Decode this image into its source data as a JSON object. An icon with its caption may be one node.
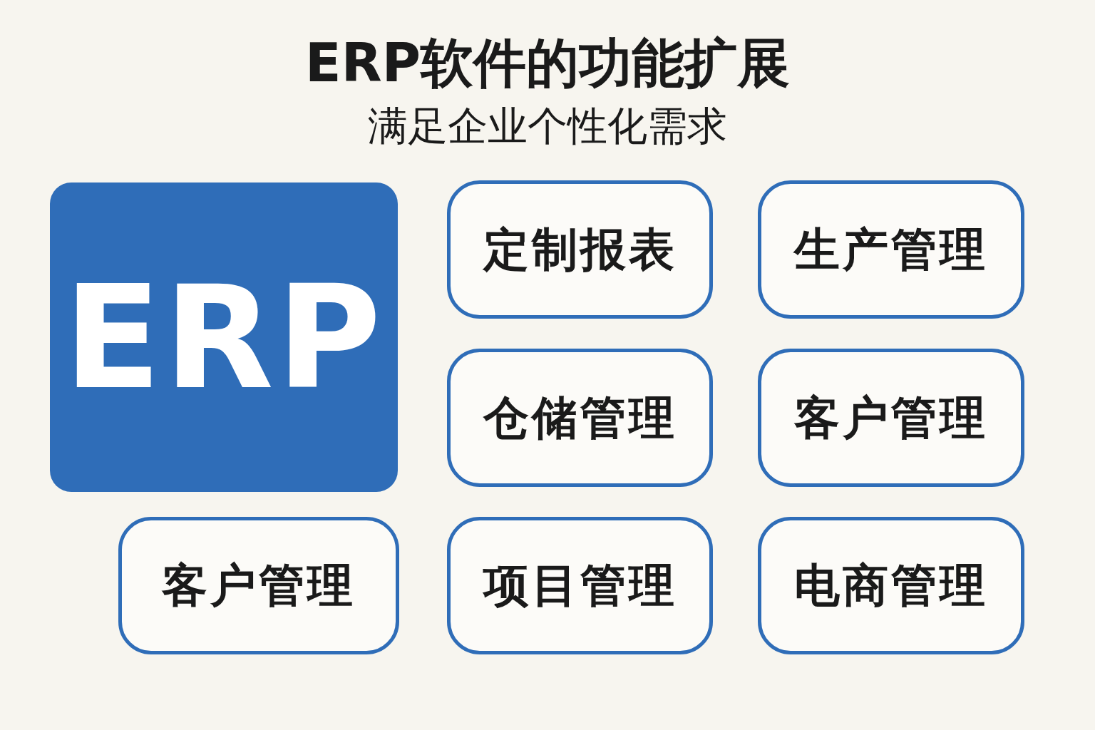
{
  "diagram": {
    "title": "ERP软件的功能扩展",
    "nodes": [
      {
        "text": [
          "ERP"
        ]
      },
      {
        "text": [
          "定制报表"
        ]
      },
      {
        "text": [
          "生产管理"
        ]
      },
      {
        "text": [
          "仓储管理"
        ]
      },
      {
        "text": [
          "客户管理"
        ]
      },
      {
        "text": [
          "客户管理"
        ]
      },
      {
        "text": [
          "项目管理"
        ]
      },
      {
        "text": [
          "电商管理"
        ]
      }
    ],
    "labels": [
      "满足企业个性化需求"
    ]
  }
}
